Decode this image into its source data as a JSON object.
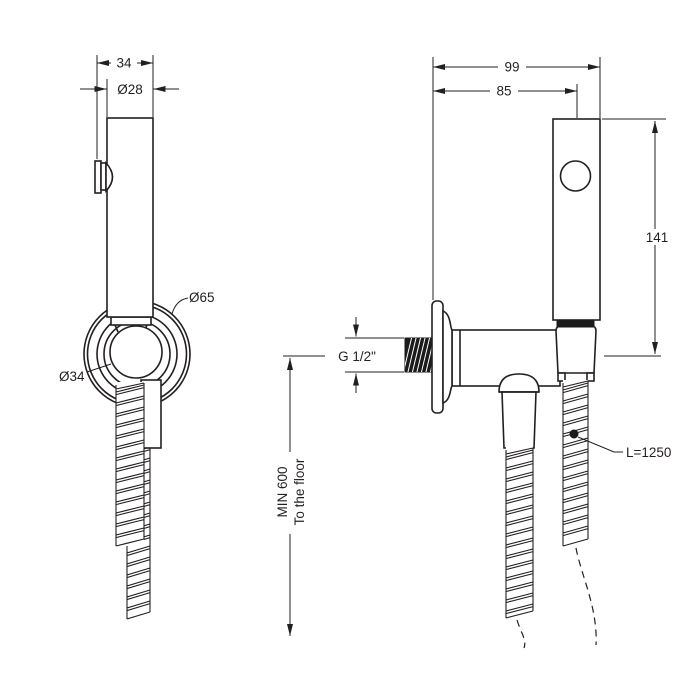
{
  "drawing": {
    "front_view": {
      "dim_width": "34",
      "dim_handle_diameter": "Ø28",
      "dim_holder_diameter": "Ø65",
      "dim_ball_diameter": "Ø34"
    },
    "side_view": {
      "dim_depth_total": "99",
      "dim_depth_to_axis": "85",
      "dim_handle_height": "141",
      "dim_thread": "G 1/2\"",
      "dim_min_height": "MIN 600",
      "dim_min_height_note": "To the floor",
      "dim_hose_length": "L=1250"
    }
  },
  "colors": {
    "line": "#231f20",
    "background": "#ffffff",
    "thread_fill": "#1b1b1b"
  }
}
